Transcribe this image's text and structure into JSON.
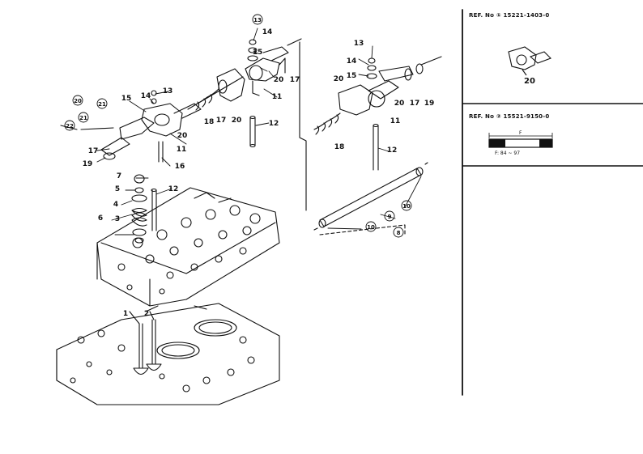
{
  "callouts": [
    {
      "id": "c13a",
      "label": "13",
      "circled": true
    },
    {
      "id": "c14a",
      "label": "14",
      "circled": false
    },
    {
      "id": "c15a",
      "label": "15",
      "circled": false
    },
    {
      "id": "c20a",
      "label": "20",
      "circled": false
    },
    {
      "id": "c17a",
      "label": "17",
      "circled": false
    },
    {
      "id": "c11a",
      "label": "11",
      "circled": false
    },
    {
      "id": "c12a",
      "label": "12",
      "circled": false
    },
    {
      "id": "c18a",
      "label": "18",
      "circled": false
    },
    {
      "id": "c20b",
      "label": "20",
      "circled": false
    },
    {
      "id": "c17b",
      "label": "17",
      "circled": false
    },
    {
      "id": "c13b",
      "label": "13",
      "circled": false
    },
    {
      "id": "c14b",
      "label": "14",
      "circled": false
    },
    {
      "id": "c15b",
      "label": "15",
      "circled": false
    },
    {
      "id": "c20c",
      "label": "20",
      "circled": true
    },
    {
      "id": "c21a",
      "label": "21",
      "circled": true
    },
    {
      "id": "c21b",
      "label": "21",
      "circled": true
    },
    {
      "id": "c22a",
      "label": "22",
      "circled": true
    },
    {
      "id": "c20d",
      "label": "20",
      "circled": false
    },
    {
      "id": "c11b",
      "label": "11",
      "circled": false
    },
    {
      "id": "c17c",
      "label": "17",
      "circled": false
    },
    {
      "id": "c19a",
      "label": "19",
      "circled": false
    },
    {
      "id": "c16a",
      "label": "16",
      "circled": false
    },
    {
      "id": "c7",
      "label": "7",
      "circled": false
    },
    {
      "id": "c5",
      "label": "5",
      "circled": false
    },
    {
      "id": "c4",
      "label": "4",
      "circled": false
    },
    {
      "id": "c6",
      "label": "6",
      "circled": false
    },
    {
      "id": "c3",
      "label": "3",
      "circled": false
    },
    {
      "id": "c12b",
      "label": "12",
      "circled": false
    },
    {
      "id": "c1",
      "label": "1",
      "circled": false
    },
    {
      "id": "c2",
      "label": "2",
      "circled": false
    },
    {
      "id": "c13c",
      "label": "13",
      "circled": false
    },
    {
      "id": "c14c",
      "label": "14",
      "circled": false
    },
    {
      "id": "c15c",
      "label": "15",
      "circled": false
    },
    {
      "id": "c20e",
      "label": "20",
      "circled": false
    },
    {
      "id": "c20f",
      "label": "20",
      "circled": false
    },
    {
      "id": "c17d",
      "label": "17",
      "circled": false
    },
    {
      "id": "c19b",
      "label": "19",
      "circled": false
    },
    {
      "id": "c11c",
      "label": "11",
      "circled": false
    },
    {
      "id": "c18b",
      "label": "18",
      "circled": false
    },
    {
      "id": "c12c",
      "label": "12",
      "circled": false
    },
    {
      "id": "c9",
      "label": "9",
      "circled": true
    },
    {
      "id": "c10a",
      "label": "10",
      "circled": true
    },
    {
      "id": "c10b",
      "label": "10",
      "circled": true
    },
    {
      "id": "c8",
      "label": "8",
      "circled": true
    }
  ],
  "ref_panels": [
    {
      "title": "REF. No ① 15221-1403-0",
      "part_label": "20"
    },
    {
      "title": "REF. No ② 15521-9150-0",
      "dim_top": "F",
      "dim_bottom": "F: 84 ~ 97"
    }
  ]
}
